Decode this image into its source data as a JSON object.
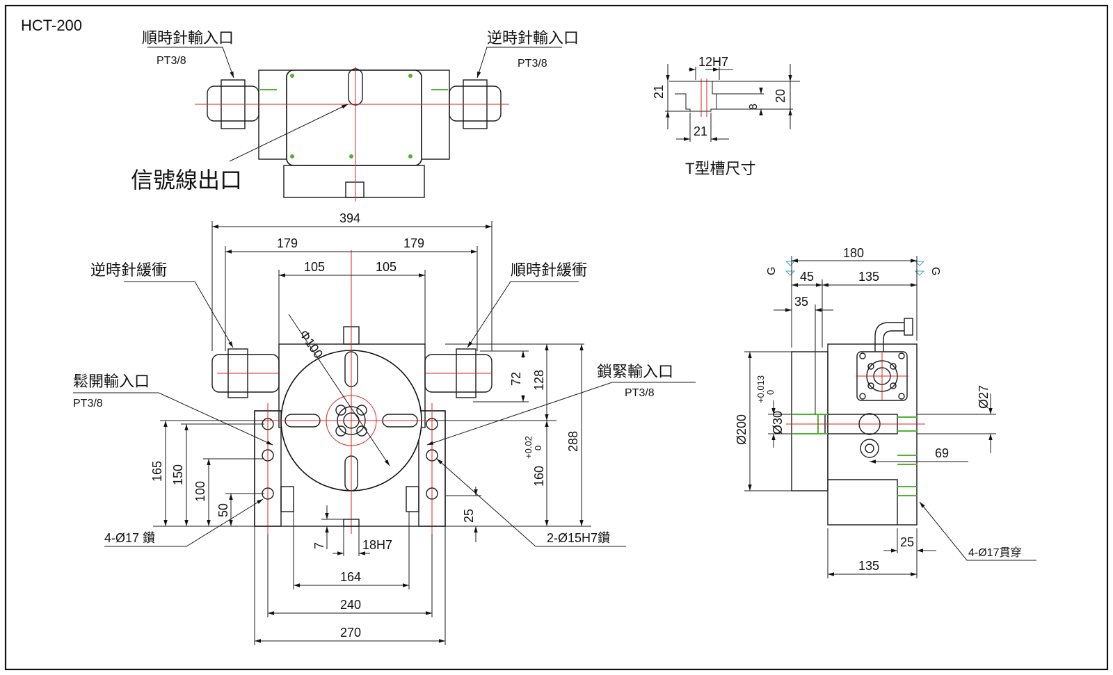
{
  "model": "HCT-200",
  "labels": {
    "cw_input": "順時針輸入口",
    "ccw_input": "逆時針輸入口",
    "pt38": "PT3/8",
    "signal_outlet": "信號線出口",
    "tslot_title": "T型槽尺寸",
    "ccw_buffer": "逆時針緩衝",
    "cw_buffer": "順時針緩衝",
    "release_input": "鬆開輸入口",
    "lock_input": "鎖緊輸入口",
    "drill_17": "4-Ø17 鑽",
    "drill_15h7": "2-Ø15H7鑽",
    "through_17": "4-Ø17貫穿",
    "g": "G"
  },
  "dims": {
    "d394": "394",
    "d179a": "179",
    "d179b": "179",
    "d105a": "105",
    "d105b": "105",
    "phi100": "Φ100",
    "d72": "72",
    "d128": "128",
    "d288": "288",
    "d160": "160",
    "tol160a": "+0.02",
    "tol160b": "0",
    "d165": "165",
    "d150": "150",
    "d100": "100",
    "d50": "50",
    "d25a": "25",
    "d7": "7",
    "d18h7": "18H7",
    "d164": "164",
    "d240": "240",
    "d270": "270",
    "t12h7": "12H7",
    "t21a": "21",
    "t20": "20",
    "t8": "8",
    "t21b": "21",
    "s180": "180",
    "s45": "45",
    "s135a": "135",
    "s35": "35",
    "s200": "Ø200",
    "s30": "Ø30",
    "tol30a": "+0.013",
    "tol30b": "0",
    "s27": "Ø27",
    "s69": "69",
    "s25": "25",
    "s135b": "135"
  }
}
